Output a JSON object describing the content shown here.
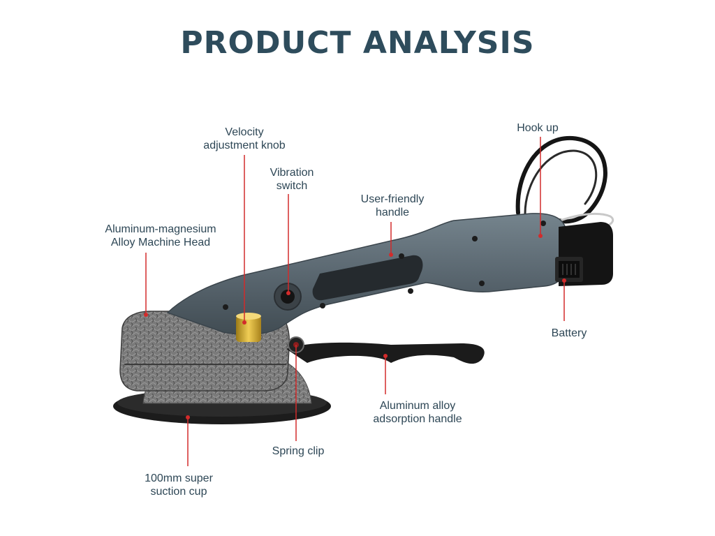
{
  "title": "PRODUCT ANALYSIS",
  "colors": {
    "title": "#2e4c5c",
    "label_text": "#2d4655",
    "leader_line": "#d22b2b",
    "body_gray": "#5d6b74",
    "hammered_metal": "#7d7d7d",
    "brass_knob": "#c9a12a",
    "battery_black": "#1a1a1a"
  },
  "labels": {
    "velocity_knob": "Velocity\nadjustment knob",
    "vibration_switch": "Vibration\nswitch",
    "user_handle": "User-friendly\nhandle",
    "hook_up": "Hook up",
    "machine_head": "Aluminum-magnesium\nAlloy Machine Head",
    "battery": "Battery",
    "adsorption_handle": "Aluminum alloy\nadsorption handle",
    "spring_clip": "Spring clip",
    "suction_cup": "100mm super\nsuction cup"
  }
}
